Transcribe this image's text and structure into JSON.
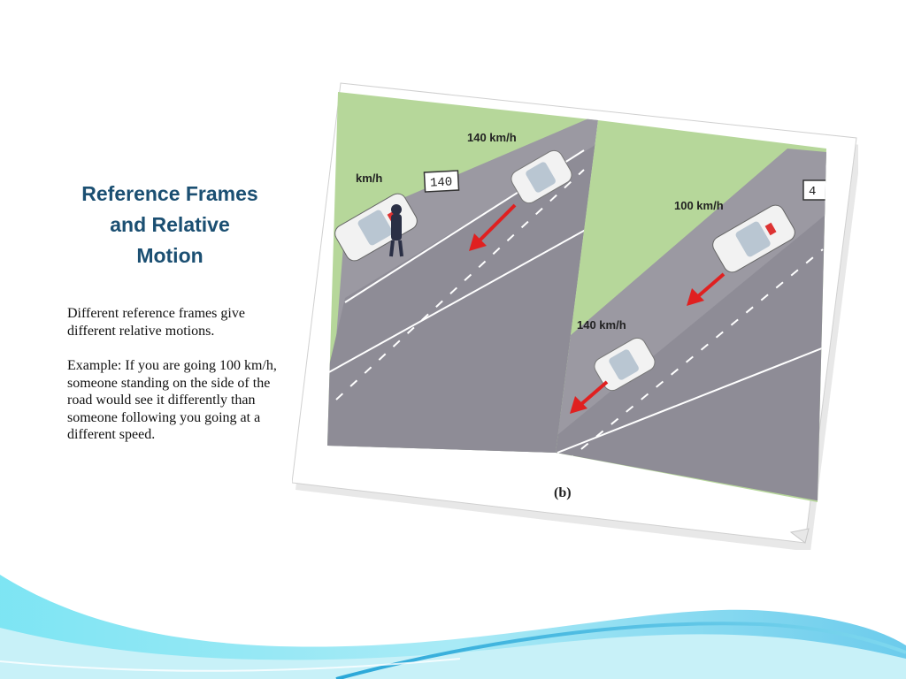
{
  "slide": {
    "title_lines": [
      "Reference Frames",
      "and Relative",
      "Motion"
    ],
    "paragraphs": [
      "Different reference frames give different relative motions.",
      "Example: If you are going 100 km/h, someone standing on the side of the road would see it differently than someone following you going at a different speed."
    ]
  },
  "figure": {
    "caption": "(b)",
    "left_panel": {
      "speed_label": "140 km/h",
      "partial_label": "km/h",
      "radar_reading": "140"
    },
    "right_panel": {
      "police_speed_label": "100 km/h",
      "car_speed_label": "140 km/h",
      "radar_partial": "4"
    }
  },
  "colors": {
    "title": "#1b4f72",
    "road": "#8e8c96",
    "grass": "#b6d79a",
    "arrow": "#e02020",
    "wave": "#5ad0ea"
  }
}
